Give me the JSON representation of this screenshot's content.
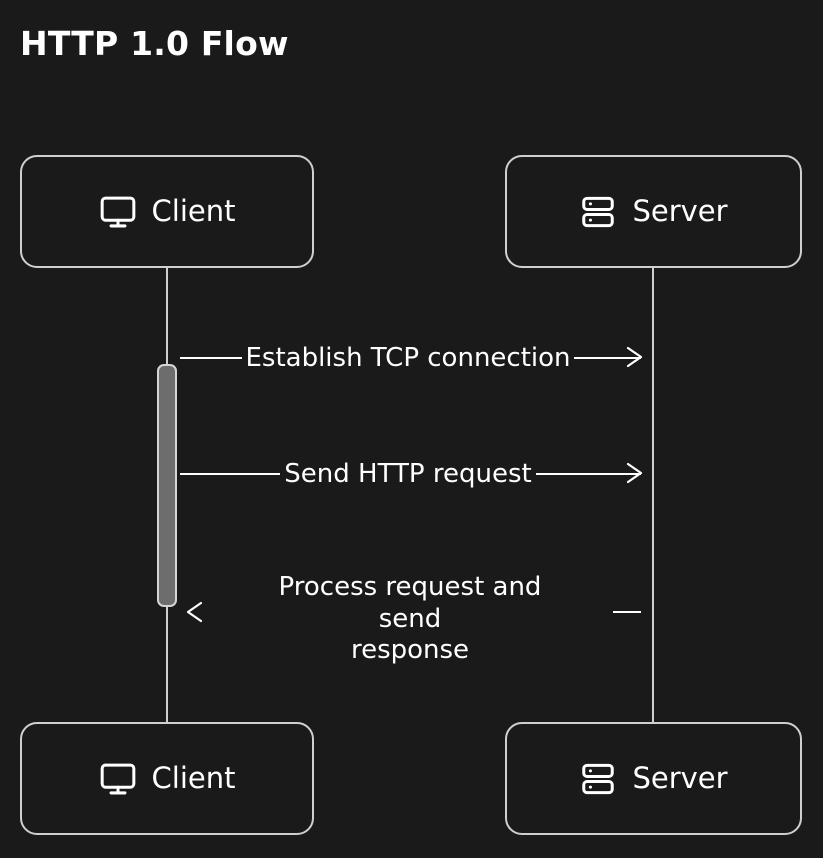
{
  "diagram": {
    "title": "HTTP 1.0 Flow",
    "type": "sequence-diagram",
    "background_color": "#1a1a1a",
    "line_color": "#cfcfcf",
    "text_color": "#ffffff",
    "activation_fill": "#6d6d6d"
  },
  "participants": [
    {
      "id": "client",
      "label": "Client",
      "icon": "monitor-icon"
    },
    {
      "id": "server",
      "label": "Server",
      "icon": "server-icon"
    }
  ],
  "messages": [
    {
      "index": 1,
      "label": "Establish TCP connection",
      "from": "client",
      "to": "server",
      "direction": "right",
      "arrow": "open-arrow"
    },
    {
      "index": 2,
      "label": "Send HTTP request",
      "from": "client",
      "to": "server",
      "direction": "right",
      "arrow": "open-arrow"
    },
    {
      "index": 3,
      "label_line1": "Process request and send",
      "label_line2": "response",
      "label": "Process request and send response",
      "from": "server",
      "to": "client",
      "direction": "left",
      "arrow": "open-arrow"
    }
  ],
  "activations": [
    {
      "participant": "client",
      "label": "client-activation-bar"
    }
  ]
}
